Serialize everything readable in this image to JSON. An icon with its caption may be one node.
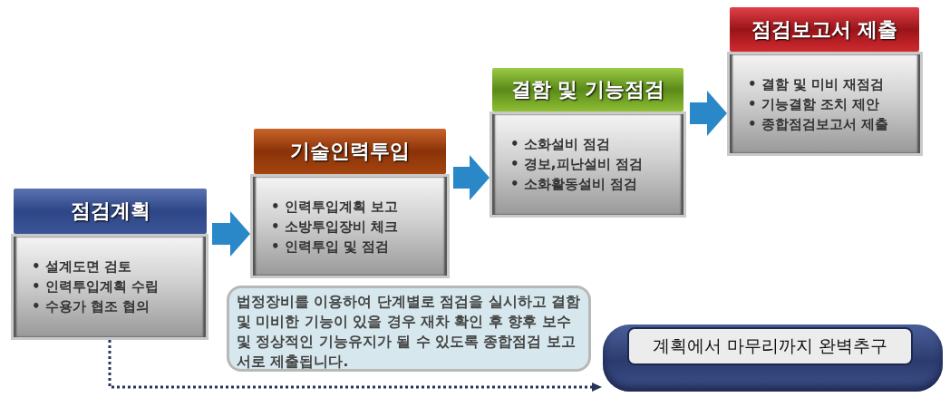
{
  "diagram": {
    "nodes": [
      {
        "text": [
          "점검계획"
        ]
      },
      {
        "text": [
          "• 설계도면 검토",
          "• 인력투입계획 수립",
          "• 수용가 협조 협의"
        ]
      },
      {
        "text": [
          "기술인력투입"
        ]
      },
      {
        "text": [
          "• 인력투입계획 보고",
          "• 소방투입장비 체크",
          "• 인력투입 및 점검"
        ]
      },
      {
        "text": [
          "결함 및 기능점검"
        ]
      },
      {
        "text": [
          "• 소화설비 점검",
          "• 경보,피난설비 점검",
          "• 소화활동설비 점검"
        ]
      },
      {
        "text": [
          "점검보고서 제출"
        ]
      },
      {
        "text": [
          "• 결함 및 미비 재점검",
          "• 기능결함 조치 제안",
          "• 종합점검보고서 제출"
        ]
      },
      {
        "text": [
          "법정장비를 이용하여 단계별로 점검을 실시하고 결함 및 미비한 기능이 있을 경우 재차 확인 후 향후 보수 및 정상적인 기능유지가 될 수 있도록 종합점검 보고서로 제출됩니다."
        ]
      },
      {
        "text": [],
        "shape": "box"
      },
      {
        "text": [
          "계획에서 마무리까지 완벽추구"
        ],
        "in": 9
      }
    ],
    "edges": [
      {
        "from": 1,
        "to": 3,
        "arrow": "to"
      },
      {
        "from": 3,
        "to": 5,
        "arrow": "to"
      },
      {
        "from": 5,
        "to": 7,
        "arrow": "to"
      },
      {
        "from": 1,
        "to": 9,
        "arrow": "to",
        "style": "dashed",
        "color": "#27355a"
      }
    ]
  }
}
